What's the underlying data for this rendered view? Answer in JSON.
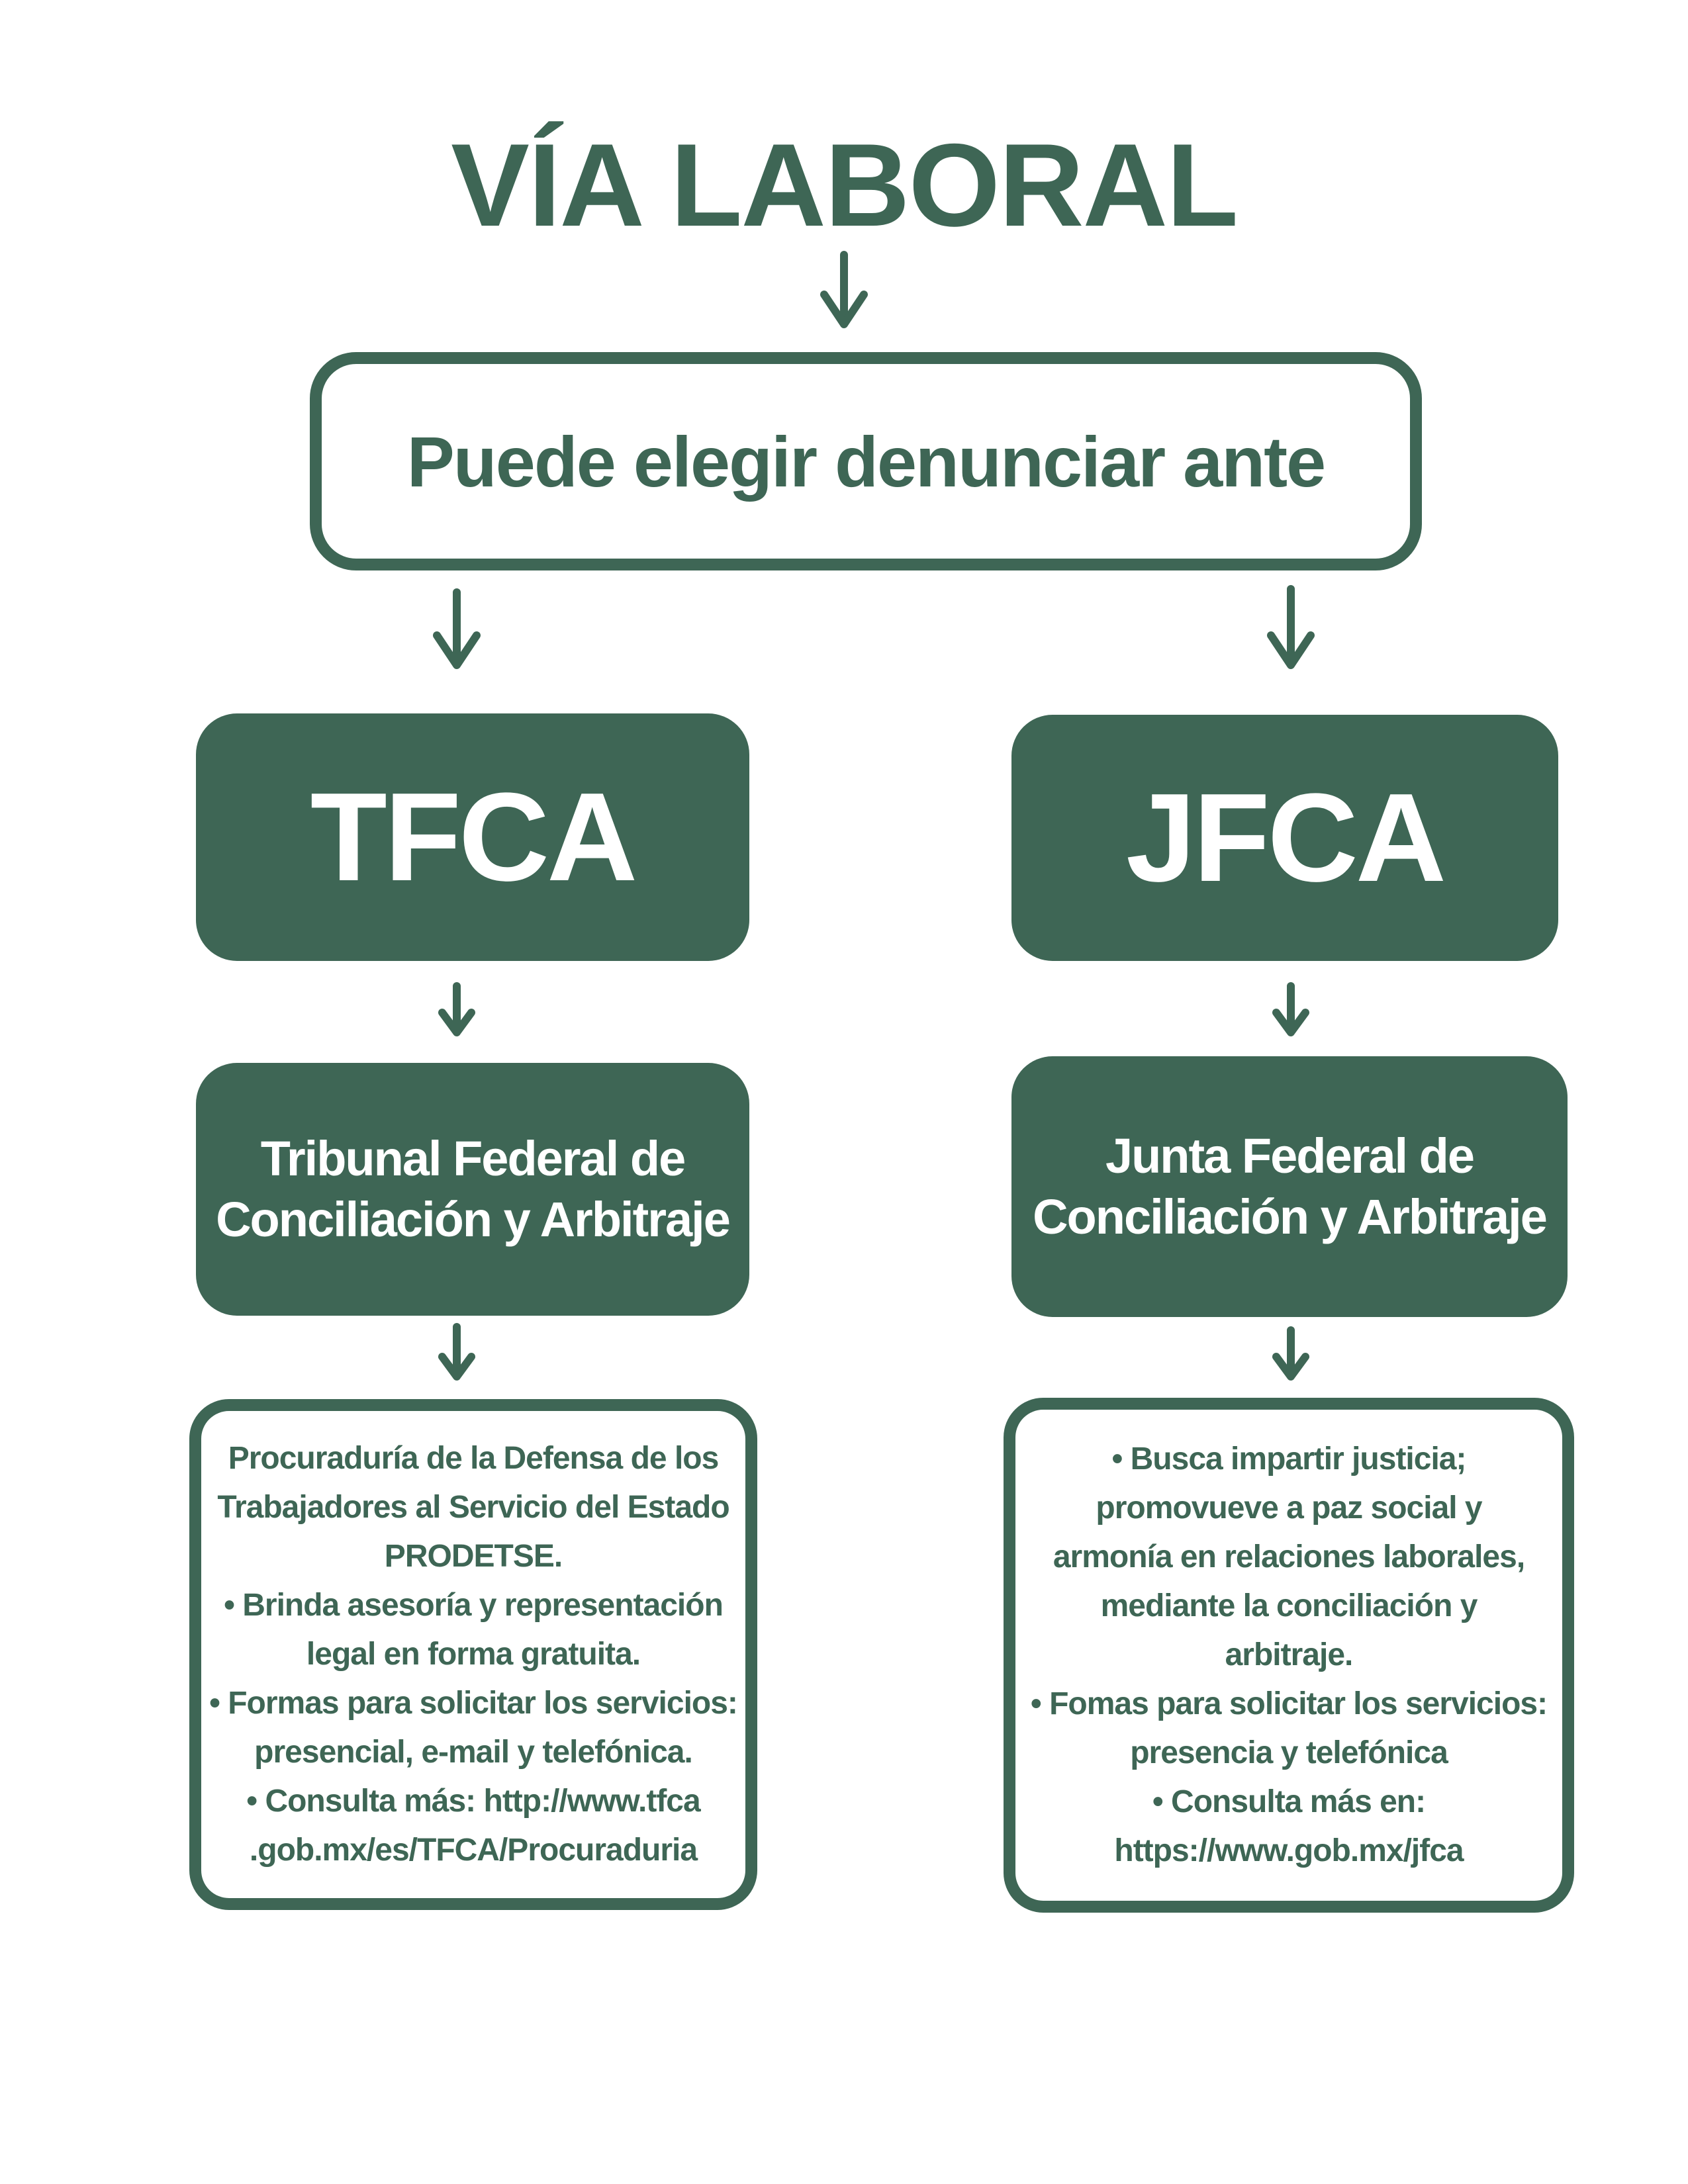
{
  "title": "VÍA LABORAL",
  "prompt_box": {
    "text": "Puede elegir denunciar ante"
  },
  "branches": [
    {
      "acronym": "TFCA",
      "name_lines": [
        "Tribunal Federal de",
        "Conciliación y Arbitraje"
      ],
      "info_lines": [
        "Procuraduría de la Defensa  de los",
        "Trabajadores al Servicio del Estado",
        "PRODETSE.",
        "• Brinda asesoría y representación",
        "legal en forma gratuita.",
        "•  Formas para solicitar los servicios:",
        "presencial,  e-mail y telefónica.",
        "• Consulta más: http://www.tfca",
        ".gob.mx/es/TFCA/Procuraduria"
      ]
    },
    {
      "acronym": "JFCA",
      "name_lines": [
        "Junta Federal de",
        "Conciliación y Arbitraje"
      ],
      "info_lines": [
        "• Busca impartir justicia;",
        "promovueve a paz social y",
        "armonía en relaciones laborales,",
        "mediante la conciliación y",
        "arbitraje.",
        "• Fomas para solicitar los servicios:",
        "presencia y telefónica",
        "• Consulta más en:",
        "https://www.gob.mx/jfca"
      ]
    }
  ],
  "colors": {
    "primary": "#3e6655",
    "background": "#ffffff",
    "text_on_primary": "#ffffff"
  },
  "icons": [
    "arrow-down-icon"
  ]
}
